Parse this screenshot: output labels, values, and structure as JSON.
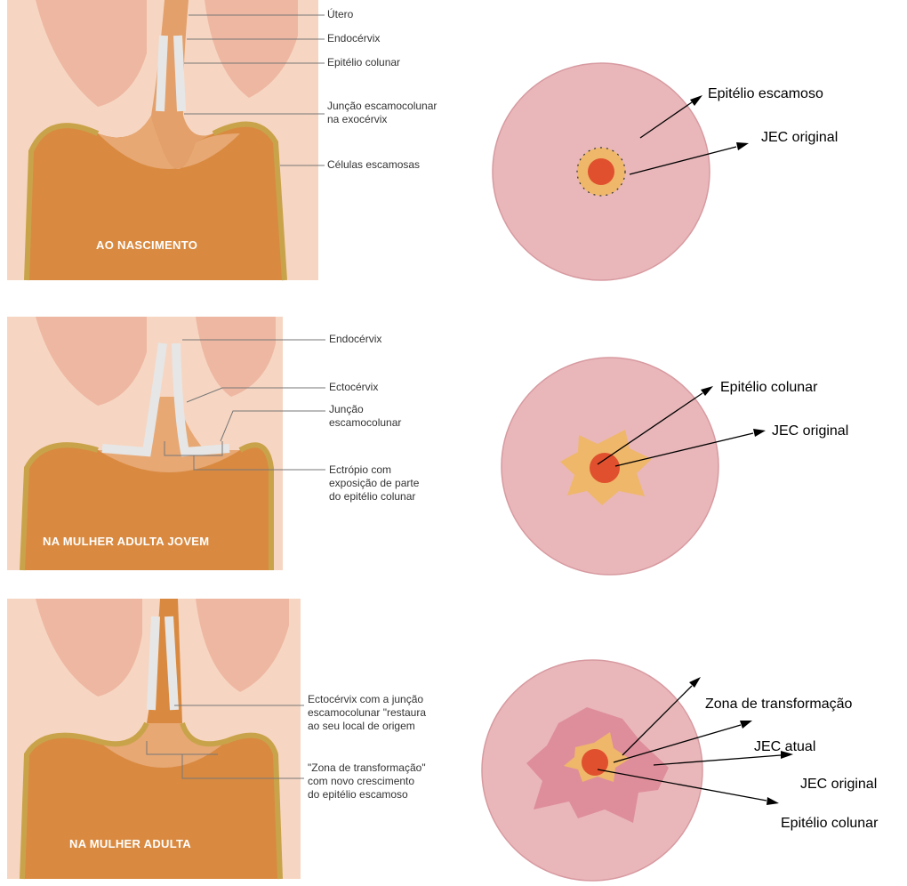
{
  "panels": [
    {
      "caption": "AO NASCIMENTO",
      "callouts": [
        "Útero",
        "Endocérvix",
        "Epitélio colunar",
        "Junção escamocolunar\nna exocérvix",
        "Células escamosas"
      ],
      "disc_labels": [
        "Epitélio escamoso",
        "JEC original"
      ]
    },
    {
      "caption": "NA MULHER ADULTA JOVEM",
      "callouts": [
        "Endocérvix",
        "Ectocérvix",
        "Junção\nescamocolunar",
        "Ectrópio com\nexposição de parte\ndo epitélio colunar"
      ],
      "disc_labels": [
        "Epitélio colunar",
        "JEC original"
      ]
    },
    {
      "caption": "NA MULHER ADULTA",
      "callouts": [
        "Ectocérvix com a junção\nescamocolunar \"restaura\nao seu local de origem",
        "\"Zona de transformação\"\ncom novo crescimento\ndo epitélio escamoso"
      ],
      "disc_labels": [
        "Zona de transformação",
        "JEC atual",
        "JEC original",
        "Epitélio colunar"
      ]
    }
  ],
  "colors": {
    "disc": "#e9b7ba",
    "disc_edge": "#d79aa0",
    "columnar_zone": "#efb76a",
    "jec": "#e0502e",
    "transformation_zone": "#de8e9a",
    "tissue_light": "#f4c7a8",
    "tissue_dark": "#d98a40"
  }
}
